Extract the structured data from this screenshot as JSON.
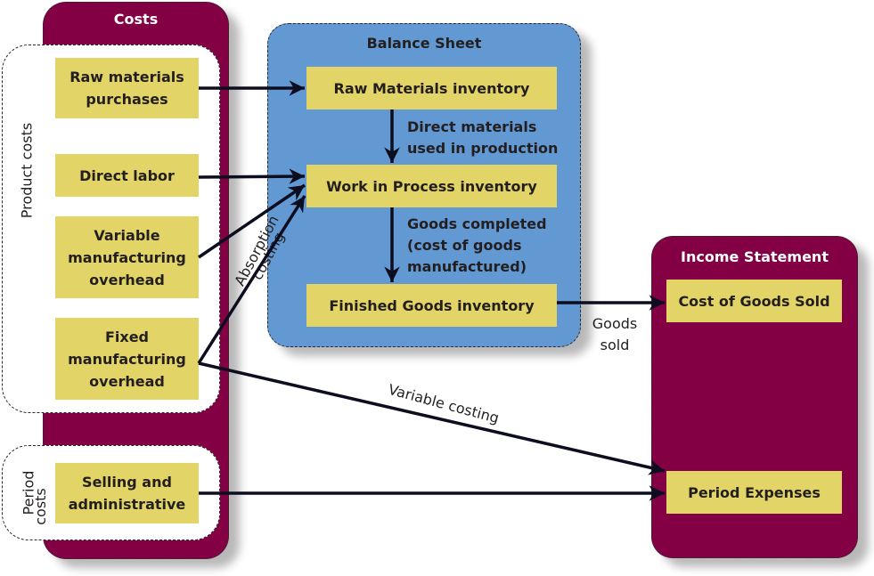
{
  "costs": {
    "title": "Costs",
    "product_costs_label": "Product costs",
    "period_costs_label_1": "Period",
    "period_costs_label_2": "costs",
    "items": [
      {
        "line1": "Raw materials",
        "line2": "purchases"
      },
      {
        "line1": "Direct labor"
      },
      {
        "line1": "Variable",
        "line2": "manufacturing",
        "line3": "overhead"
      },
      {
        "line1": "Fixed",
        "line2": "manufacturing",
        "line3": "overhead"
      },
      {
        "line1": "Selling and",
        "line2": "administrative"
      }
    ]
  },
  "balance_sheet": {
    "title": "Balance Sheet",
    "raw_materials": "Raw Materials inventory",
    "wip": "Work in Process inventory",
    "finished_goods": "Finished Goods inventory",
    "flow1_line1": "Direct materials",
    "flow1_line2": "used in production",
    "flow2_line1": "Goods completed",
    "flow2_line2": "(cost of goods",
    "flow2_line3": "manufactured)"
  },
  "income_statement": {
    "title": "Income Statement",
    "cogs": "Cost of Goods Sold",
    "period_expenses": "Period Expenses"
  },
  "arrow_labels": {
    "goods_sold_1": "Goods",
    "goods_sold_2": "sold",
    "absorption_1": "Absorption",
    "absorption_2": "costing",
    "variable_costing": "Variable costing"
  },
  "colors": {
    "maroon": "#840045",
    "blue": "#6399d2",
    "yellow": "#e2d466",
    "arrow": "#0d0d20"
  }
}
